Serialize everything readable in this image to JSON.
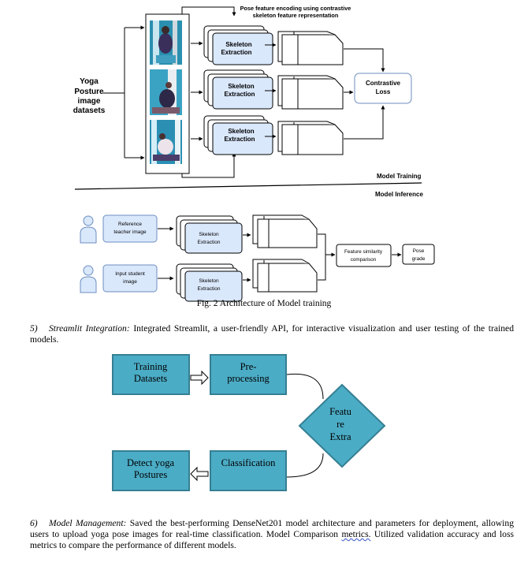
{
  "fig_top": {
    "datasets_label": [
      "Yoga",
      "Posture",
      "image",
      "datasets"
    ],
    "encoding_note": [
      "Pose feature encoding using contrastive",
      "skeleton feature representation"
    ],
    "skeleton_label": [
      "Skeleton",
      "Extraction"
    ],
    "loss_label": [
      "Contrastive",
      "Loss"
    ],
    "training_label": "Model Training",
    "inference_label": "Model Inference",
    "reference_label": [
      "Reference",
      "teacher image"
    ],
    "student_label": [
      "Input student",
      "image"
    ],
    "similarity_label": [
      "Feature similarity",
      "comparison"
    ],
    "grade_label": [
      "Pose",
      "grade"
    ]
  },
  "caption": "Fig. 2 Architecture of Model training",
  "item5": {
    "number": "5)",
    "title": "Streamlit Integration:",
    "text": " Integrated Streamlit, a user-friendly API, for interactive visualization and user testing of the trained models."
  },
  "flow": {
    "training_datasets": [
      "Training",
      "Datasets"
    ],
    "preprocessing": [
      "Pre-",
      "processing"
    ],
    "feature": [
      "Featu",
      "re",
      "Extra"
    ],
    "detect": [
      "Detect yoga",
      "Postures"
    ],
    "classification": "Classification",
    "colors": {
      "fill": "#4bacc6",
      "border": "#357f93"
    }
  },
  "item6": {
    "number": "6)",
    "title": "Model Management:",
    "text_a": " Saved the best-performing DenseNet201 model architecture and parameters for deployment, allowing users to upload yoga pose images for real-time classification. Model Comparison ",
    "squiggle": "metrics.",
    "text_b": " Utilized validation accuracy and loss metrics to compare the performance of different models."
  }
}
